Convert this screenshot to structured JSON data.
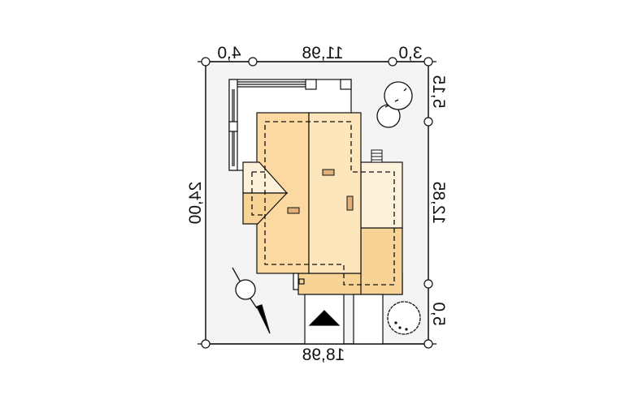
{
  "dimensions": {
    "top": [
      "4,0",
      "11,98",
      "3,0"
    ],
    "right": [
      "5,15",
      "12,85",
      "5,0"
    ],
    "left": "24,00",
    "bottom": "18,98"
  },
  "colors": {
    "plot": "#f4f4f4",
    "roof_dark": "#fbd9a0",
    "roof_light": "#fde6bb",
    "roof_pale": "#fdf1da",
    "roof_mid": "#f7d396",
    "vent": "#e0b07a"
  },
  "icons": [
    "north-arrow-icon",
    "tree-icon",
    "entrance-arrow-icon"
  ]
}
